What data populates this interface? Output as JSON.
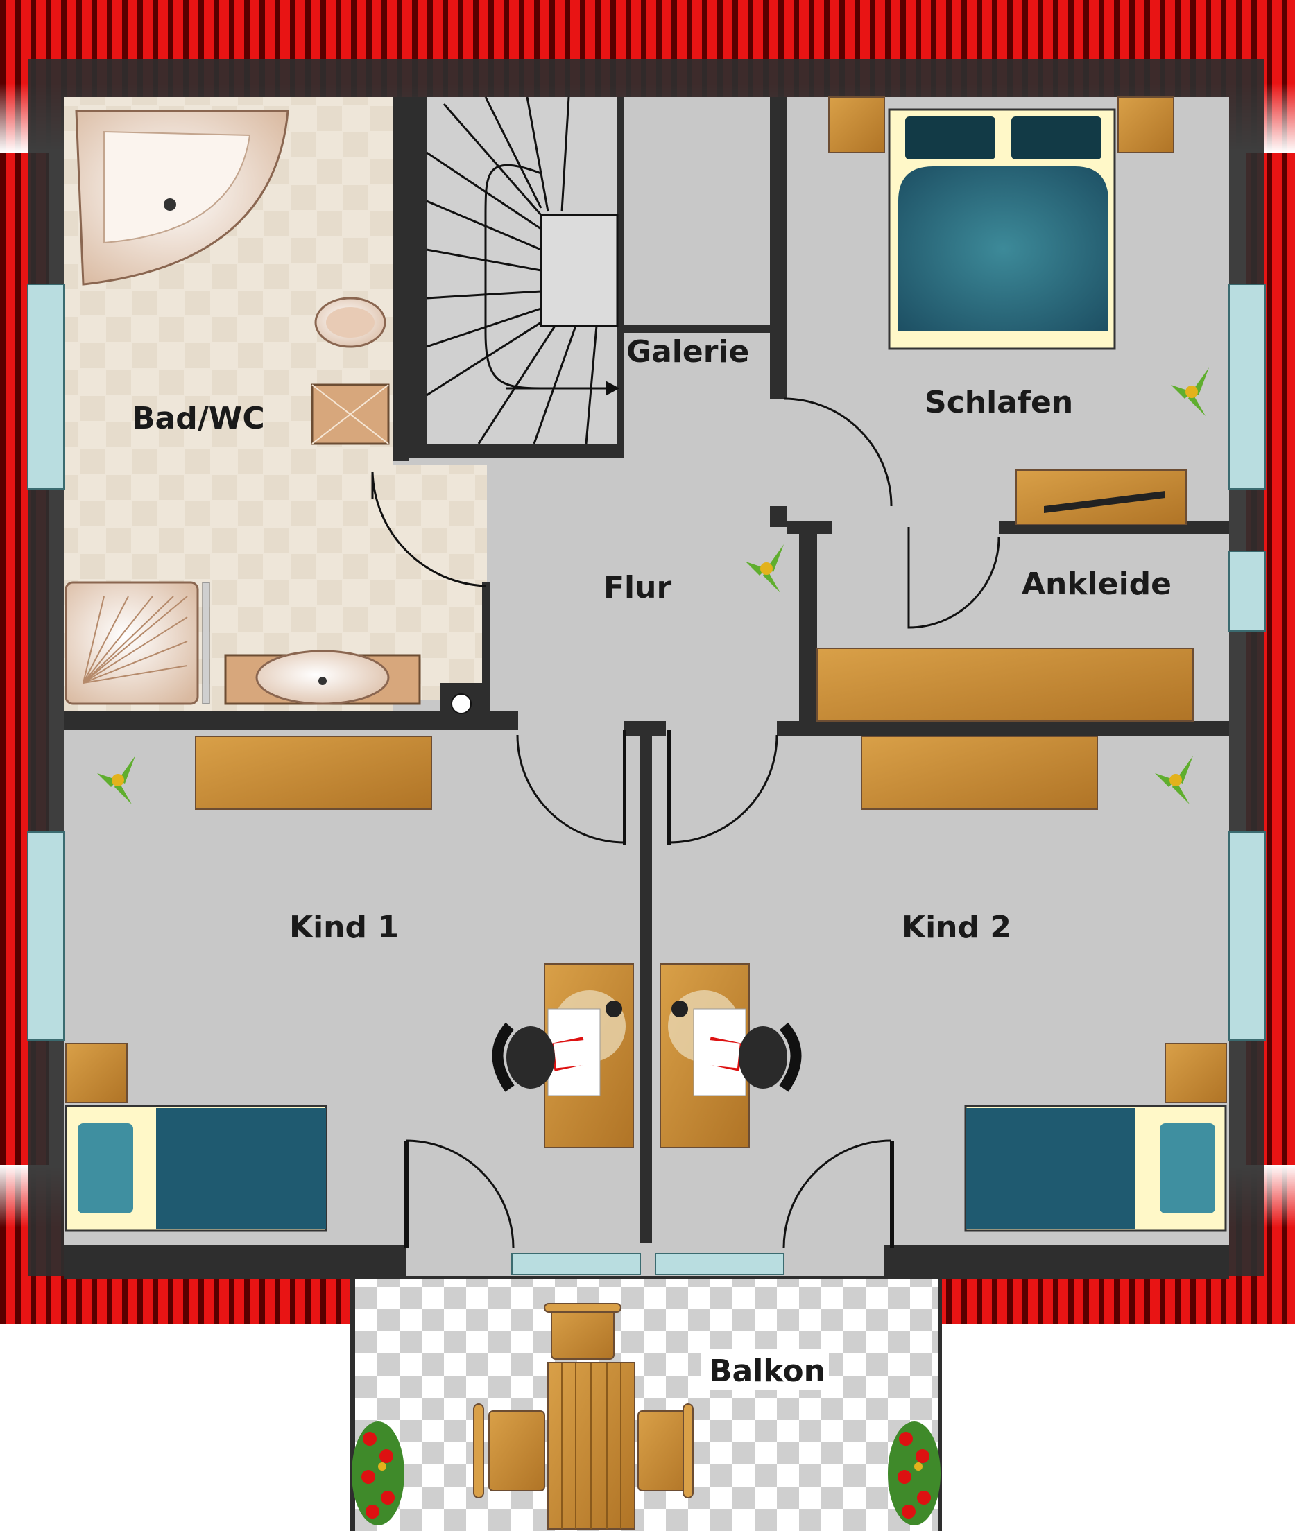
{
  "rooms": {
    "bad_wc": "Bad/WC",
    "galerie": "Galerie",
    "schlafen": "Schlafen",
    "flur": "Flur",
    "ankleide": "Ankleide",
    "kind1": "Kind 1",
    "kind2": "Kind 2",
    "balkon": "Balkon"
  },
  "colors": {
    "roof_red": "#e01010",
    "roof_dark": "#7a0000",
    "wall": "#2e2e2e",
    "floor": "#c8c8c8",
    "bath_tile": "#ebe1d3",
    "wood": "#c98a2e",
    "bed_blue": "#1f5a70",
    "bed_teal": "#3f8fa0",
    "window_glass": "#b9dde0"
  }
}
